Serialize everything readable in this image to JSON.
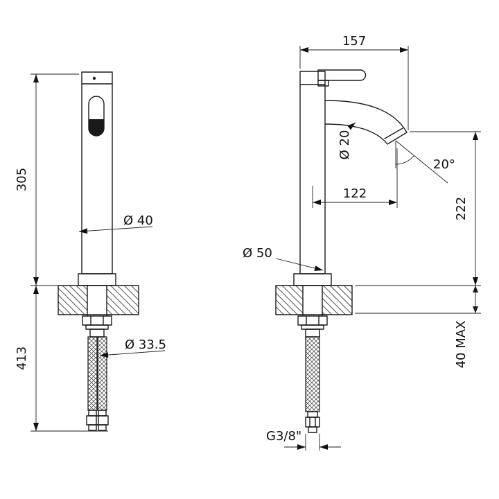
{
  "page": {
    "background": "#ffffff",
    "line_color": "#1a1a1a"
  },
  "drawing": {
    "kind": "faucet-dimensional-drawing",
    "views": {
      "front": {
        "dims": {
          "body_height": "305",
          "below_counter_length": "413",
          "body_diameter": "Ø 40",
          "hose_diameter": "Ø 33.5"
        }
      },
      "side": {
        "dims": {
          "overall_depth": "157",
          "spout_diameter": "Ø 20",
          "spout_reach": "122",
          "spout_angle": "20°",
          "spout_height": "222",
          "base_diameter": "Ø 50",
          "max_counter_thickness": "40 MAX",
          "inlet_thread": "G3/8\""
        }
      }
    }
  }
}
